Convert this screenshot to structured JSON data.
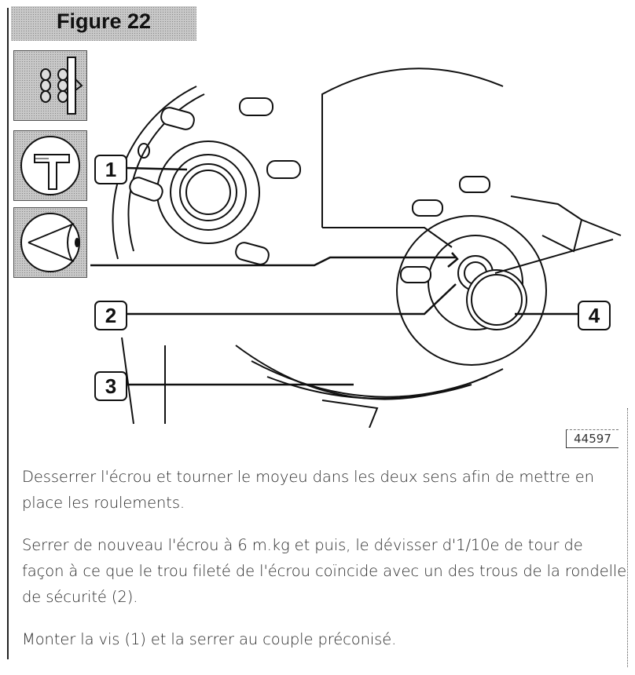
{
  "figure": {
    "title": "Figure 22",
    "icons": [
      "hub-bearing-icon",
      "caliper-measure-icon",
      "visual-inspection-icon"
    ],
    "callouts": [
      "1",
      "2",
      "3",
      "4"
    ],
    "reference_number": "44597"
  },
  "text": {
    "paragraphs": [
      "Desserrer l'écrou et tourner le moyeu dans les deux sens afin de mettre en place les roulements.",
      "Serrer de nouveau l'écrou à 6 m.kg et puis, le dévisser d'1/10e de tour de façon à ce que le trou fileté de l'écrou coïncide avec un des trous de la rondelle de sécurité (2).",
      "Monter la vis (1) et la serrer au couple préconisé."
    ]
  }
}
